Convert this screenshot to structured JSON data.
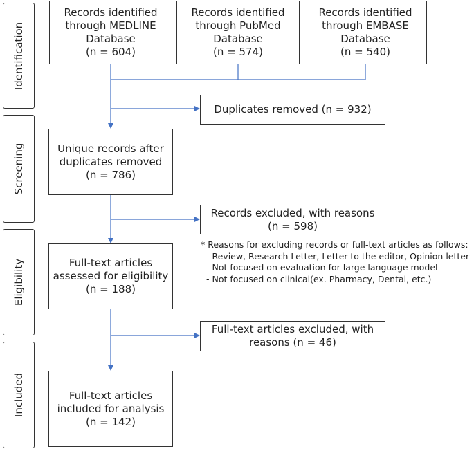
{
  "stages": [
    {
      "id": "identification",
      "label": "Identification"
    },
    {
      "id": "screening",
      "label": "Screening"
    },
    {
      "id": "eligibility",
      "label": "Eligibility"
    },
    {
      "id": "included",
      "label": "Included"
    }
  ],
  "boxes": {
    "medline": [
      "Records identified",
      "through MEDLINE",
      "Database",
      "(n = 604)"
    ],
    "pubmed": [
      "Records identified",
      "through PubMed",
      "Database",
      "(n = 574)"
    ],
    "embase": [
      "Records identified",
      "through EMBASE",
      "Database",
      "(n = 540)"
    ],
    "duplicates": [
      "Duplicates removed (n = 932)"
    ],
    "unique": [
      "Unique records after",
      "duplicates removed",
      "(n = 786)"
    ],
    "records_excluded": [
      "Records excluded, with reasons",
      "(n = 598)"
    ],
    "fulltext_assessed": [
      "Full-text articles",
      "assessed for eligibility",
      "(n = 188)"
    ],
    "fulltext_excluded": [
      "Full-text articles excluded, with",
      "reasons (n = 46)"
    ],
    "included": [
      "Full-text articles",
      "included for analysis",
      "(n = 142)"
    ]
  },
  "notes": [
    "* Reasons for excluding records or full-text articles as follows:",
    "  - Review, Research Letter, Letter to the editor, Opinion letter",
    "  - Not focused on evaluation for large language model",
    "  - Not focused on clinical(ex. Pharmacy, Dental, etc.)"
  ],
  "colors": {
    "arrow": "#4472C4",
    "border": "#333333"
  }
}
